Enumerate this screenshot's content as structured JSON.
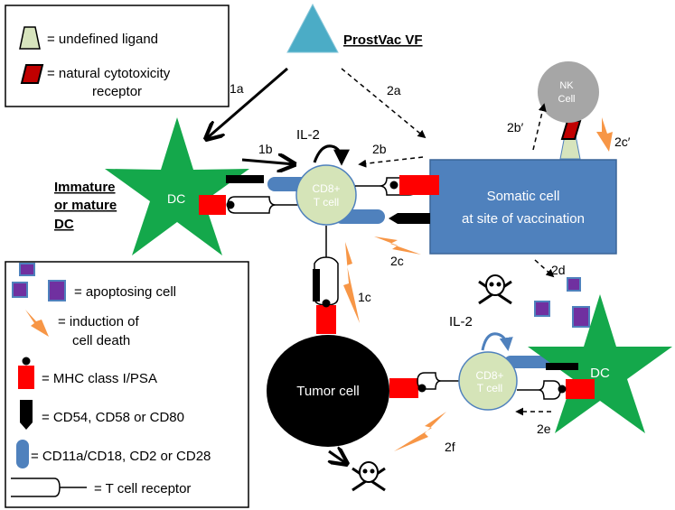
{
  "legend_top": {
    "ligand_label": "= undefined ligand",
    "ncr_label_line1": "= natural cytotoxicity",
    "ncr_label_line2": "receptor"
  },
  "legend_bottom": {
    "apoptosing_label": "= apoptosing cell",
    "death_label_line1": "= induction of",
    "death_label_line2": "cell death",
    "mhc_label": "= MHC class I/PSA",
    "cd54_label": "= CD54, CD58 or CD80",
    "cd11_label": "= CD11a/CD18, CD2 or CD28",
    "tcr_label": "= T cell receptor"
  },
  "vaccine": {
    "label": "ProstVac VF"
  },
  "cells": {
    "dc_left": "DC",
    "dc_label_line1": "Immature",
    "dc_label_line2": "or mature",
    "dc_label_line3": "DC",
    "tcell_top_line1": "CD8+",
    "tcell_top_line2": "T cell",
    "nk_line1": "NK",
    "nk_line2": "Cell",
    "somatic_line1": "Somatic cell",
    "somatic_line2": "at site of vaccination",
    "tumor": "Tumor cell",
    "tcell_bottom_line1": "CD8+",
    "tcell_bottom_line2": "T cell",
    "dc_right": "DC"
  },
  "il2": {
    "top": "IL-2",
    "bottom": "IL-2"
  },
  "steps": {
    "s1a": "1a",
    "s2a": "2a",
    "s1b": "1b",
    "s2b": "2b",
    "s2b_prime": "2b′",
    "s2c_prime": "2c′",
    "s2c": "2c",
    "s1c": "1c",
    "s2d": "2d",
    "s2e": "2e",
    "s2f": "2f"
  },
  "colors": {
    "green_star": "#14a84b",
    "tcell_fill": "#d5e4b8",
    "somatic_blue": "#4f81bd",
    "mhc_red": "#ff0000",
    "lightning": "#f79646",
    "apoptosis_purple": "#7030a0",
    "nk_grey": "#a6a6a6",
    "vaccine_blue": "#4bacc6"
  },
  "icons": [
    "skull-crossbones-icon",
    "lightning-icon",
    "triangle-icon",
    "star-icon"
  ]
}
